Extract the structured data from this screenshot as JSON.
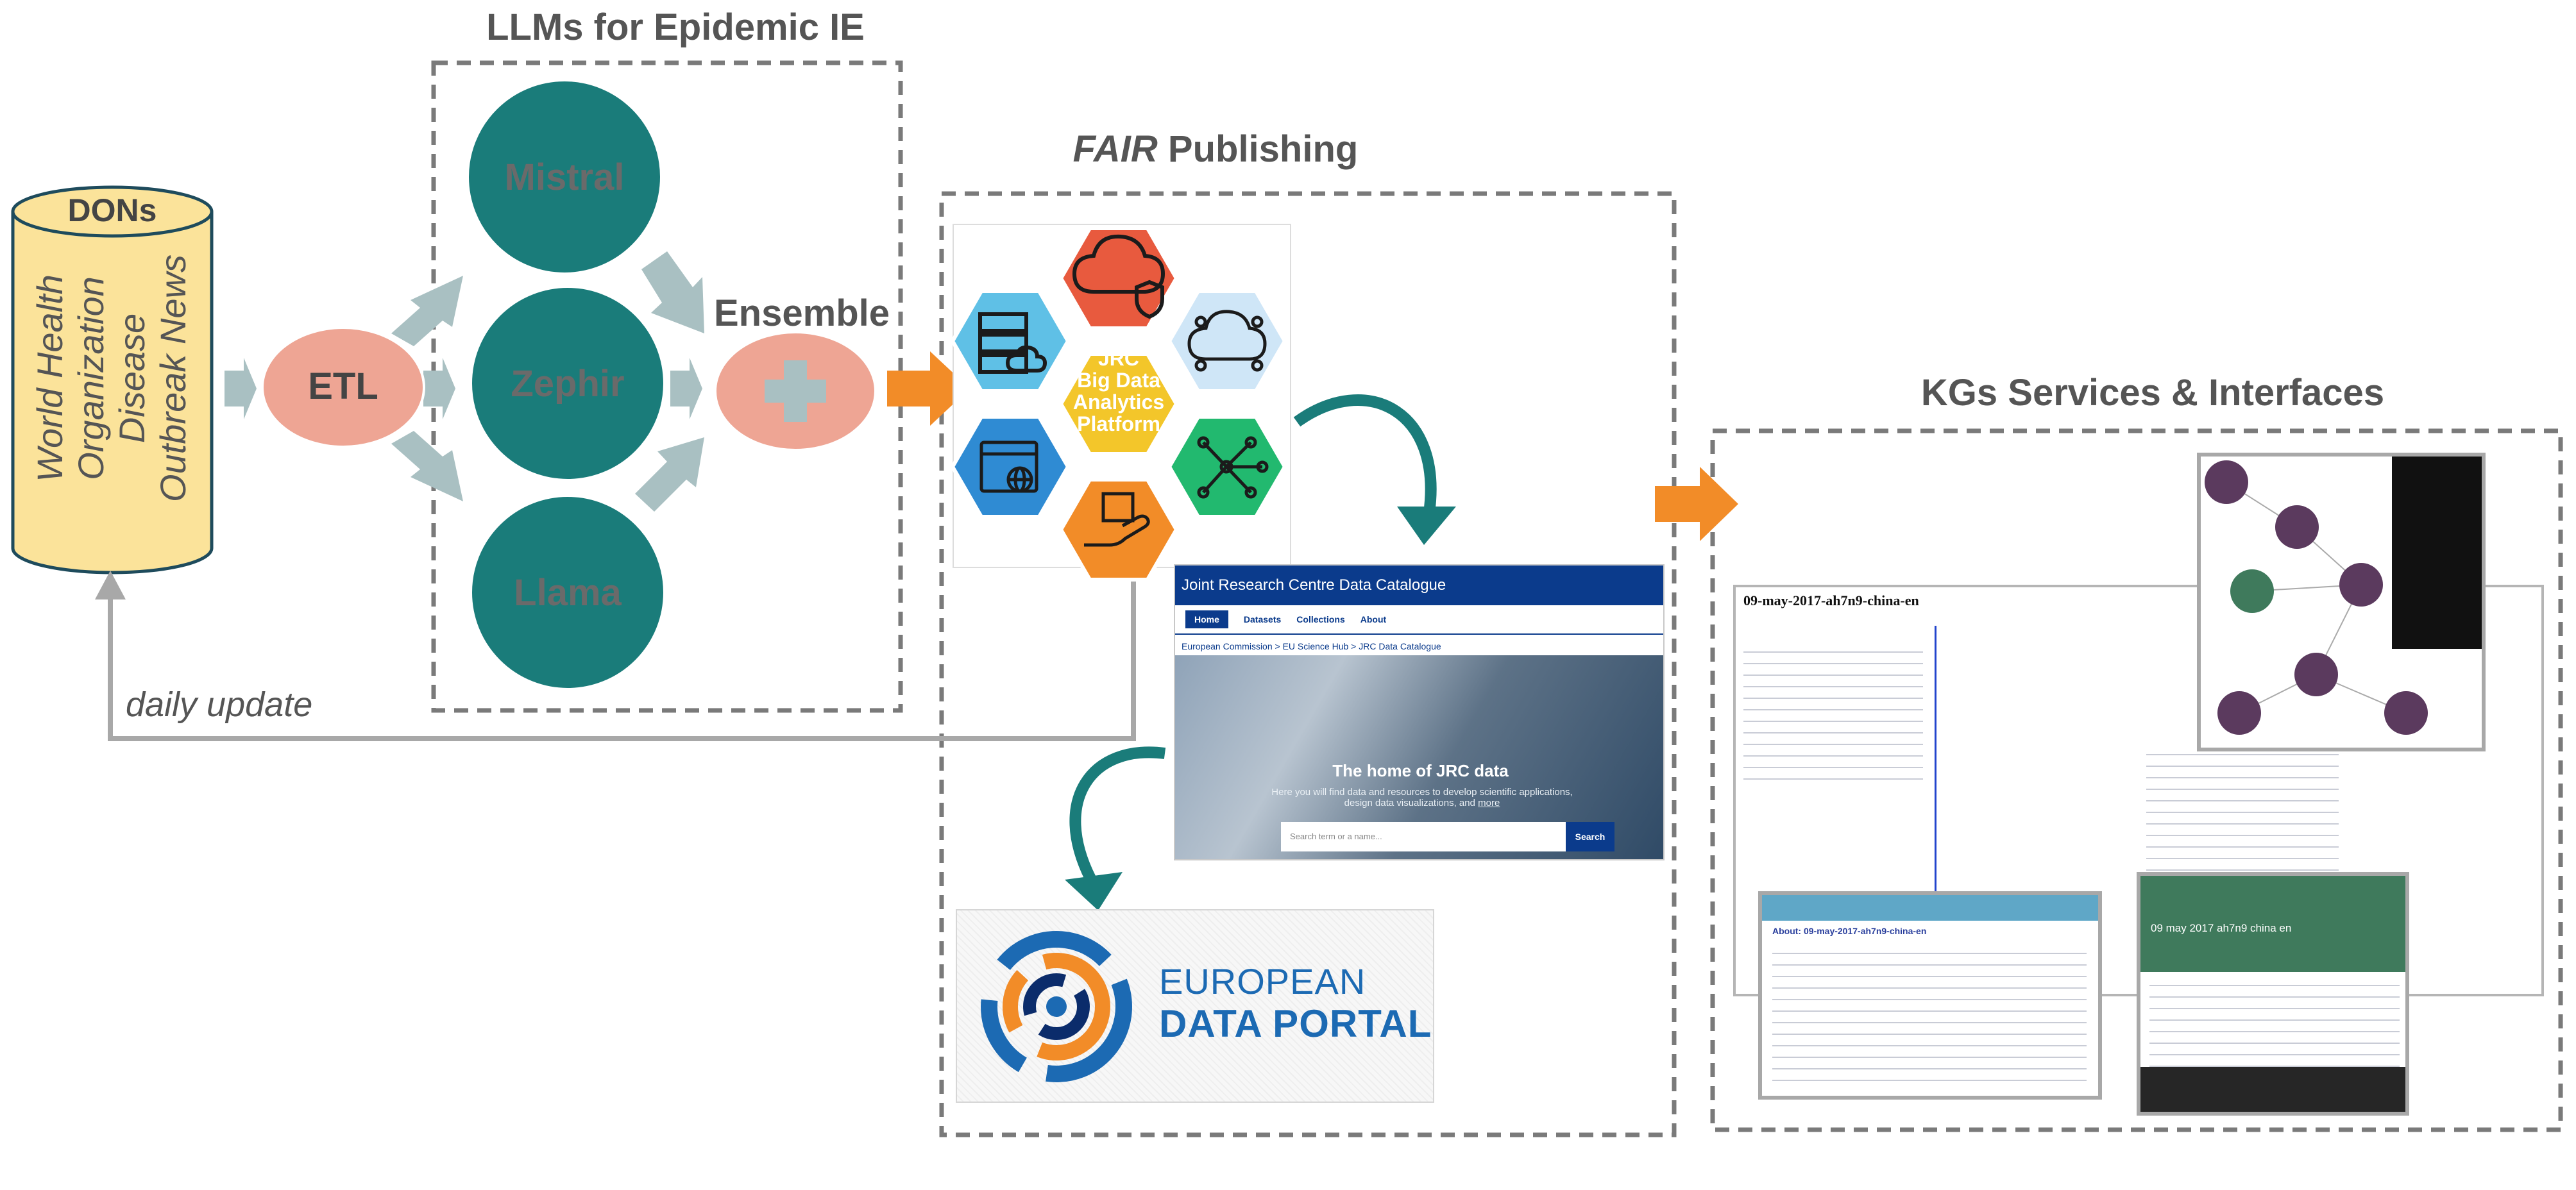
{
  "sections": {
    "llms": "LLMs for Epidemic IE",
    "fair_italic": "FAIR",
    "fair_rest": " Publishing",
    "kg": "KGs Services & Interfaces"
  },
  "source": {
    "title": "DONs",
    "lines": [
      "World Health",
      "Organization",
      "Disease",
      "Outbreak News"
    ]
  },
  "etl": "ETL",
  "models": [
    "Mistral",
    "Zephir",
    "Llama"
  ],
  "ensemble": "Ensemble",
  "daily_update": "daily update",
  "jrc_platform": [
    "JRC",
    "Big Data",
    "Analytics",
    "Platform"
  ],
  "catalogue": {
    "topbar": "Joint Research Centre Data Catalogue",
    "nav": [
      "Home",
      "Datasets",
      "Collections",
      "About"
    ],
    "breadcrumb": "European Commission  >  EU Science Hub  >  JRC Data Catalogue",
    "hero_title": "The home of JRC data",
    "hero_sub": "Here you will find data and resources to develop scientific applications, design data visualizations, and",
    "hero_more": "more",
    "search_placeholder": "Search term or a name...",
    "search_button": "Search"
  },
  "data_portal": {
    "line1": "EUROPEAN",
    "line2": "DATA PORTAL"
  },
  "kg_screens": {
    "main_title": "09-may-2017-ah7n9-china-en",
    "fuseki_title": "About: 09-may-2017-ah7n9-china-en",
    "green_title": "09 may 2017 ah7n9 china en"
  },
  "colors": {
    "teal": "#1a7c7a",
    "salmon": "#eea594",
    "orange": "#f28c28",
    "grey_arrow": "#a9c0c2",
    "cylinder_fill": "#fbe39a",
    "cylinder_stroke": "#1e4b5c"
  }
}
